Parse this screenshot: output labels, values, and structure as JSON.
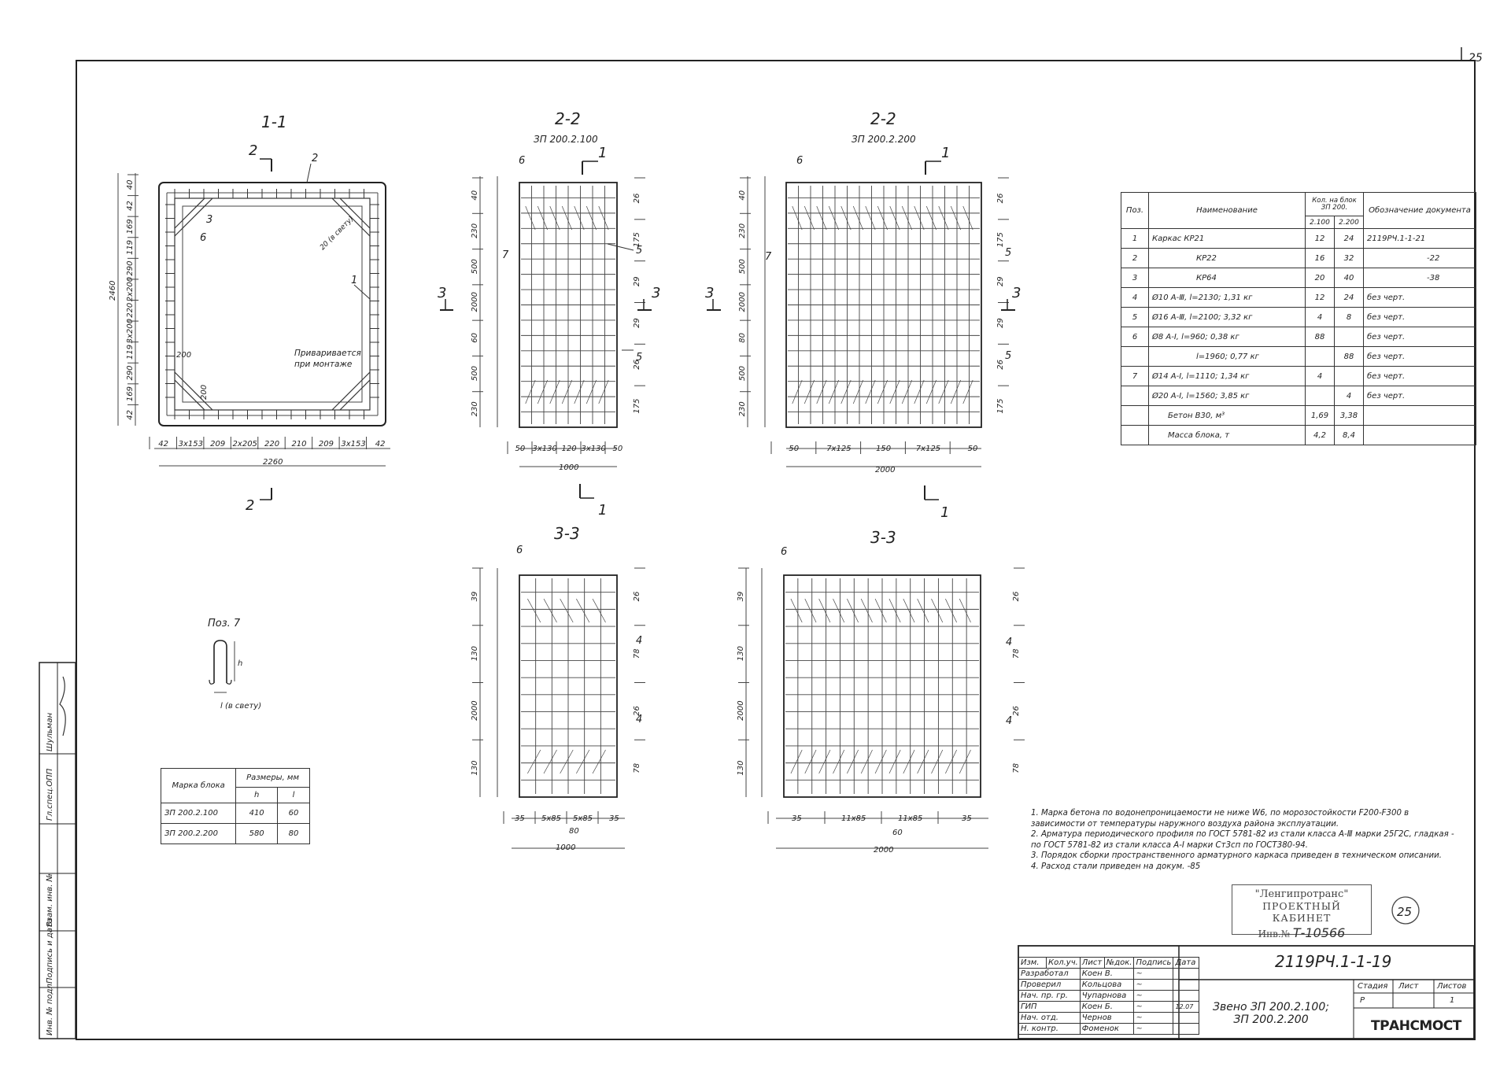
{
  "page_number": "25",
  "section_titles": {
    "s11": "1-1",
    "s22a": "2-2",
    "s22b": "2-2",
    "s33a": "3-3",
    "s33b": "3-3"
  },
  "block_names": {
    "a": "ЗП 200.2.100",
    "b": "ЗП 200.2.200"
  },
  "section_marks": [
    "1",
    "2",
    "3"
  ],
  "pos_labels": [
    "1",
    "2",
    "3",
    "4",
    "5",
    "6",
    "7"
  ],
  "view11": {
    "left_dims": [
      "40",
      "42",
      "169",
      "119",
      "290",
      "2x200",
      "220",
      "3x200",
      "119",
      "290",
      "169",
      "42"
    ],
    "overall_height": "2460",
    "bottom_dims": [
      "42",
      "3x153",
      "209",
      "2x205",
      "220",
      "210",
      "209",
      "3x153",
      "42"
    ],
    "overall_width": "2260",
    "note_clear": "20 (в свету)",
    "weld_note": [
      "Приваривается",
      "при монтаже"
    ],
    "dim_200": "200",
    "dim_200b": "200"
  },
  "view22a": {
    "left_dims": [
      "40",
      "230",
      "500",
      "2000",
      "60",
      "500",
      "230"
    ],
    "right_dims": [
      "26",
      "175",
      "29",
      "29",
      "26",
      "175"
    ],
    "bottom_dims": [
      "50",
      "3x130",
      "120",
      "3x130",
      "50"
    ],
    "overall_width": "1000"
  },
  "view22b": {
    "left_dims": [
      "40",
      "230",
      "500",
      "2000",
      "80",
      "500",
      "230"
    ],
    "right_dims": [
      "26",
      "175",
      "29",
      "29",
      "26",
      "175"
    ],
    "bottom_dims": [
      "50",
      "7x125",
      "150",
      "7x125",
      "50"
    ],
    "overall_width": "2000"
  },
  "view33a": {
    "left_dims": [
      "39",
      "130",
      "2000",
      "130"
    ],
    "right_dims": [
      "26",
      "78",
      "26",
      "78"
    ],
    "bottom_dims": [
      "35",
      "5x85",
      "5x85",
      "35"
    ],
    "mid_dim": "80",
    "overall_width": "1000"
  },
  "view33b": {
    "left_dims": [
      "39",
      "130",
      "2000",
      "130"
    ],
    "right_dims": [
      "26",
      "78",
      "26",
      "78"
    ],
    "bottom_dims": [
      "35",
      "11x85",
      "11x85",
      "35"
    ],
    "mid_dim": "60",
    "overall_width": "2000"
  },
  "pos7": {
    "title": "Поз. 7",
    "h": "h",
    "l": "l (в свету)"
  },
  "block_table": {
    "header_mark": "Марка блока",
    "header_sizes": "Размеры, мм",
    "col_h": "h",
    "col_l": "l",
    "rows": [
      [
        "ЗП 200.2.100",
        "410",
        "60"
      ],
      [
        "ЗП 200.2.200",
        "580",
        "80"
      ]
    ]
  },
  "spec_table": {
    "h_pos": "Поз.",
    "h_name": "Наименование",
    "h_qty": "Кол. на блок ЗП 200.",
    "h_q1": "2.100",
    "h_q2": "2.200",
    "h_doc": "Обозначение документа",
    "rows": [
      [
        "1",
        "Каркас КР21",
        "12",
        "24",
        "2119РЧ.1-1-21"
      ],
      [
        "2",
        "КР22",
        "16",
        "32",
        "-22"
      ],
      [
        "3",
        "КР64",
        "20",
        "40",
        "-38"
      ],
      [
        "4",
        "Ø10 А-Ⅲ, l=2130; 1,31 кг",
        "12",
        "24",
        "без черт."
      ],
      [
        "5",
        "Ø16 А-Ⅲ, l=2100; 3,32 кг",
        "4",
        "8",
        "без черт."
      ],
      [
        "6",
        "Ø8 А-I, l=960; 0,38 кг",
        "88",
        "",
        "без черт."
      ],
      [
        "",
        "l=1960; 0,77 кг",
        "",
        "88",
        "без черт."
      ],
      [
        "7",
        "Ø14 А-I, l=1110; 1,34 кг",
        "4",
        "",
        "без черт."
      ],
      [
        "",
        "Ø20 А-I, l=1560; 3,85 кг",
        "",
        "4",
        "без черт."
      ],
      [
        "",
        "Бетон В30, м³",
        "1,69",
        "3,38",
        ""
      ],
      [
        "",
        "Масса блока, т",
        "4,2",
        "8,4",
        ""
      ]
    ]
  },
  "notes": [
    "1. Марка бетона по водонепроницаемости не ниже W6, по морозостойкости F200-F300 в зависимости от температуры наружного воздуха района эксплуатации.",
    "2. Арматура периодического профиля по ГОСТ 5781-82 из стали класса А-Ⅲ марки 25Г2С, гладкая - по ГОСТ 5781-82 из стали класса А-I марки Ст3сп по ГОСТ380-94.",
    "3. Порядок сборки пространственного арматурного каркаса приведен в техническом описании.",
    "4. Расход стали приведен на докум. -85"
  ],
  "stamp": {
    "line1": "\"Ленгипротранс\"",
    "line2": "ПРОЕКТНЫЙ КАБИНЕТ",
    "line3_prefix": "Инв.№",
    "line3_no": "Т-10566",
    "circle": "25"
  },
  "title_block": {
    "code": "2119РЧ.1-1-19",
    "title": [
      "Звено ЗП 200.2.100;",
      "ЗП 200.2.200"
    ],
    "headers": [
      "Изм.",
      "Кол.уч.",
      "Лист",
      "№док.",
      "Подпись",
      "Дата"
    ],
    "roles": [
      [
        "Разработал",
        "Коен В."
      ],
      [
        "Проверил",
        "Кольцова"
      ],
      [
        "Нач. пр. гр.",
        "Чупарнова"
      ],
      [
        "ГИП",
        "Коен Б."
      ],
      [
        "Нач. отд.",
        "Чернов"
      ],
      [
        "Н. контр.",
        "Фоменок"
      ]
    ],
    "date": "12.07",
    "stage_h": "Стадия",
    "sheet_h": "Лист",
    "sheets_h": "Листов",
    "stage": "Р",
    "sheets": "1",
    "logo": "ТРАНСМОСТ"
  },
  "left_strip": [
    "Инв. № подл.",
    "Подпись и дата",
    "Взам. инв. №",
    "Гл.спец.ОПП",
    "Шульман"
  ]
}
